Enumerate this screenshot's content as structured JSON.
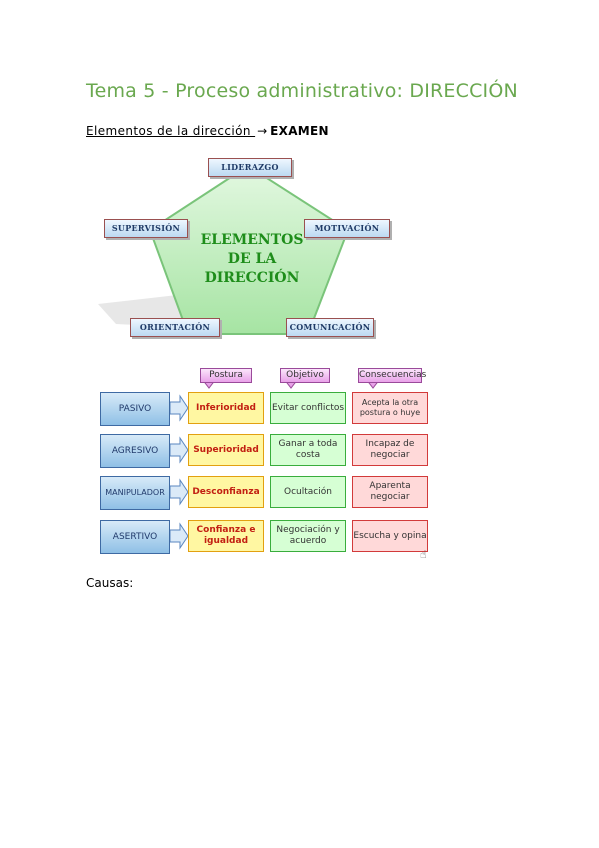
{
  "document": {
    "title": "Tema 5 - Proceso administrativo: DIRECCIÓN",
    "subheading": {
      "link_text": "Elementos de la dirección ",
      "arrow": "→",
      "bold_text": "EXAMEN"
    },
    "causas_label": "Causas:"
  },
  "elements_diagram": {
    "center_lines": [
      "ELEMENTOS",
      "DE LA",
      "DIRECCIÓN"
    ],
    "labels": {
      "top": "LIDERAZGO",
      "left": "SUPERVISIÓN",
      "right": "MOTIVACIÓN",
      "bottom_left": "ORIENTACIÓN",
      "bottom_right": "COMUNICACIÓN"
    },
    "colors": {
      "pentagon_fill": "#b8ecb5",
      "pentagon_stroke": "#7ac47a",
      "center_text": "#1e8d1a"
    }
  },
  "styles_diagram": {
    "headers": [
      "Postura",
      "Objetivo",
      "Consecuencias"
    ],
    "rows": [
      {
        "label": "PASIVO",
        "postura": "Inferioridad",
        "objetivo": "Evitar conflictos",
        "consecuencia": "Acepta la otra postura o huye"
      },
      {
        "label": "AGRESIVO",
        "postura": "Superioridad",
        "objetivo": "Ganar a toda costa",
        "consecuencia": "Incapaz de negociar"
      },
      {
        "label": "MANIPULADOR",
        "postura": "Desconfianza",
        "objetivo": "Ocultación",
        "consecuencia": "Aparenta negociar"
      },
      {
        "label": "ASERTIVO",
        "postura": "Confianza e igualdad",
        "objetivo": "Negociación y acuerdo",
        "consecuencia": "Escucha y opina"
      }
    ],
    "colors": {
      "postura": "#fff7a2",
      "objetivo": "#d6ffd4",
      "consecuencia": "#ffd9d9",
      "label": "#8fc0e6"
    }
  }
}
